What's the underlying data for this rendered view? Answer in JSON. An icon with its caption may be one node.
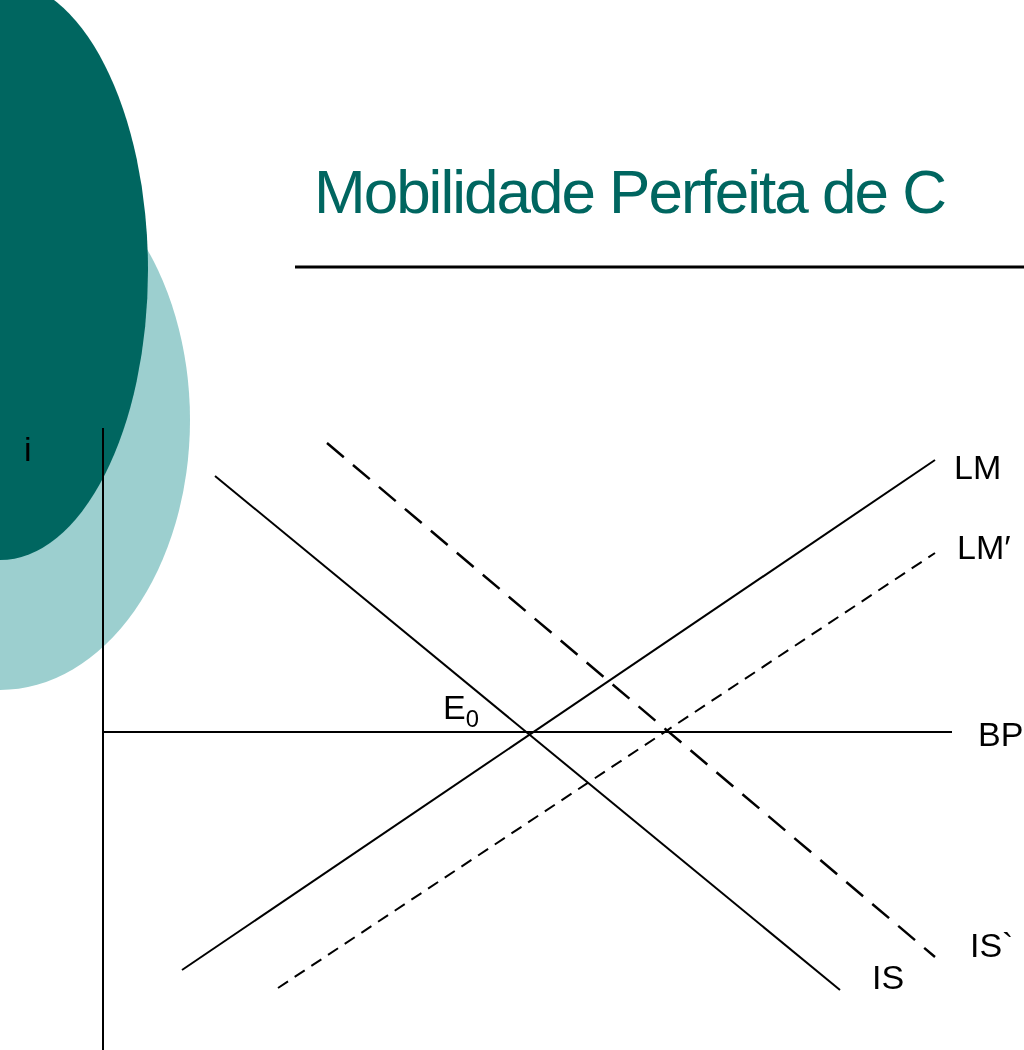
{
  "diagram": {
    "title": "Mobilidade Perfeita de C",
    "labels": [
      "i",
      "LM",
      "LM′",
      "E$_{0}$",
      "BP",
      "IS`",
      "IS"
    ]
  }
}
